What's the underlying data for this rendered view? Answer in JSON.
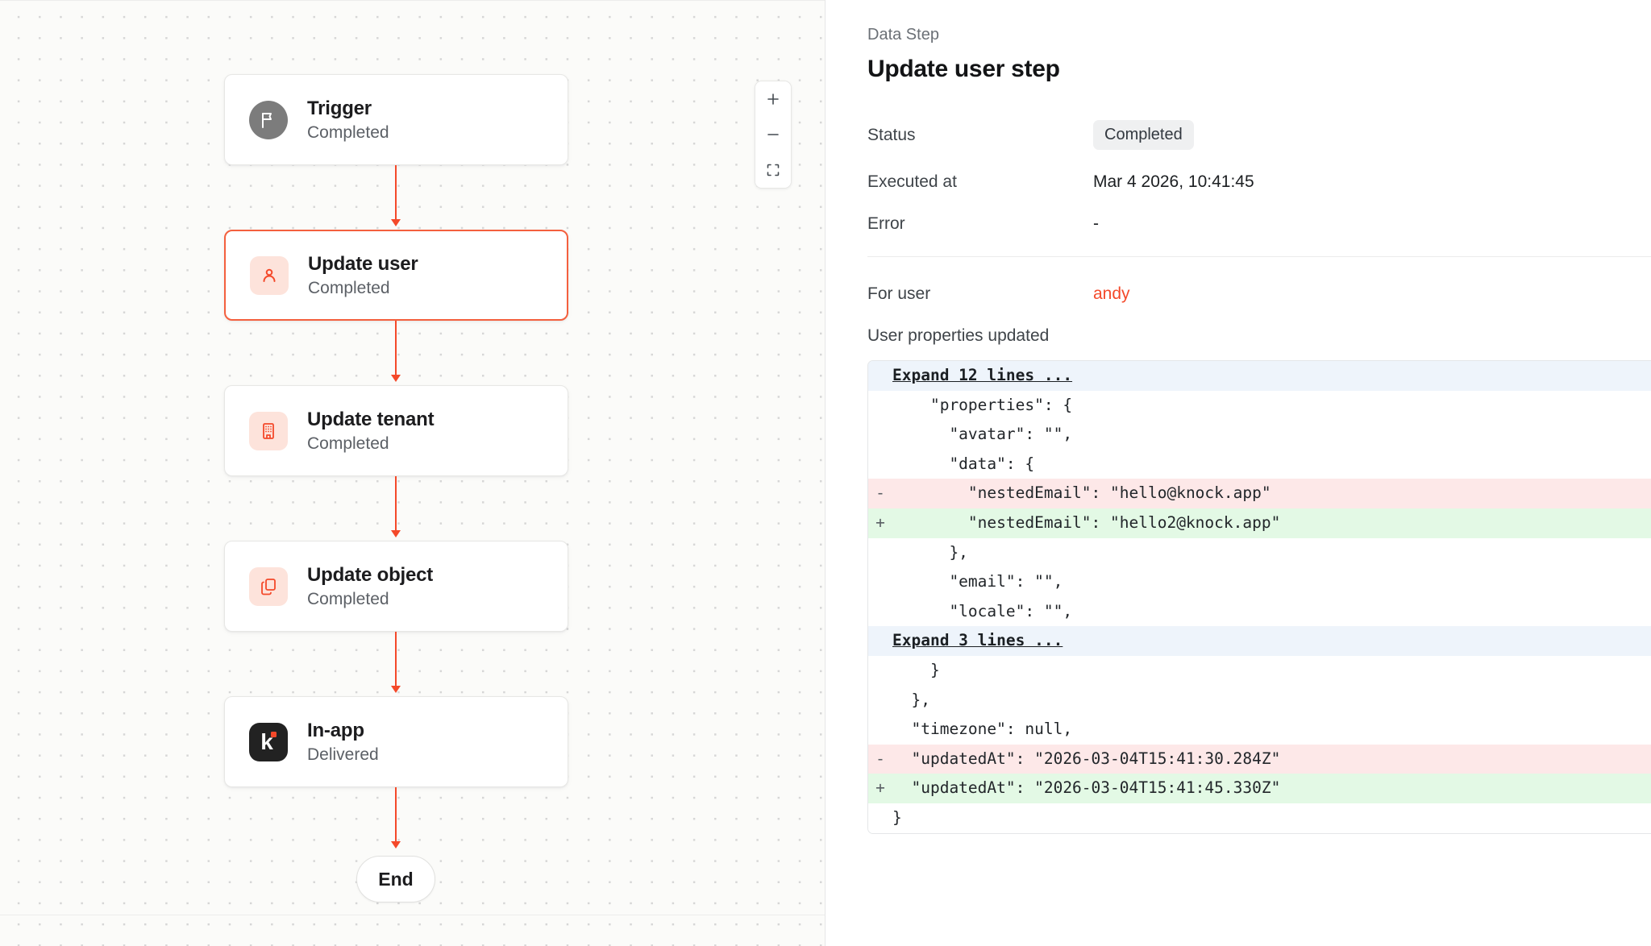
{
  "canvas": {
    "zoom_controls": [
      {
        "name": "zoom-in",
        "glyph": "+"
      },
      {
        "name": "zoom-out",
        "glyph": "−"
      },
      {
        "name": "fit-view",
        "glyph": "fit"
      }
    ],
    "nodes": [
      {
        "id": "trigger",
        "title": "Trigger",
        "status": "Completed",
        "icon": "flag-icon",
        "selected": false
      },
      {
        "id": "update-user",
        "title": "Update user",
        "status": "Completed",
        "icon": "user-icon",
        "selected": true
      },
      {
        "id": "update-tenant",
        "title": "Update tenant",
        "status": "Completed",
        "icon": "building-icon",
        "selected": false
      },
      {
        "id": "update-object",
        "title": "Update object",
        "status": "Completed",
        "icon": "copy-icon",
        "selected": false
      },
      {
        "id": "in-app",
        "title": "In-app",
        "status": "Delivered",
        "icon": "knock-logo-icon",
        "selected": false
      }
    ],
    "end_label": "End"
  },
  "panel": {
    "eyebrow": "Data Step",
    "title": "Update user step",
    "fields": [
      {
        "key": "Status",
        "value": "Completed",
        "type": "badge"
      },
      {
        "key": "Executed at",
        "value": "Mar 4 2026, 10:41:45",
        "type": "text"
      },
      {
        "key": "Error",
        "value": "-",
        "type": "text"
      }
    ],
    "for_user": {
      "key": "For user",
      "value": "andy"
    },
    "diff_label": "User properties updated",
    "diff": [
      {
        "marker": "",
        "text": "Expand 12 lines ...",
        "type": "expand"
      },
      {
        "marker": "",
        "text": "    \"properties\": {",
        "type": "ctx"
      },
      {
        "marker": "",
        "text": "      \"avatar\": \"\",",
        "type": "ctx"
      },
      {
        "marker": "",
        "text": "      \"data\": {",
        "type": "ctx"
      },
      {
        "marker": "-",
        "text": "        \"nestedEmail\": \"hello@knock.app\"",
        "type": "del"
      },
      {
        "marker": "+",
        "text": "        \"nestedEmail\": \"hello2@knock.app\"",
        "type": "add"
      },
      {
        "marker": "",
        "text": "      },",
        "type": "ctx"
      },
      {
        "marker": "",
        "text": "      \"email\": \"\",",
        "type": "ctx"
      },
      {
        "marker": "",
        "text": "      \"locale\": \"\",",
        "type": "ctx"
      },
      {
        "marker": "",
        "text": "Expand 3 lines ...",
        "type": "expand"
      },
      {
        "marker": "",
        "text": "    }",
        "type": "ctx"
      },
      {
        "marker": "",
        "text": "  },",
        "type": "ctx"
      },
      {
        "marker": "",
        "text": "  \"timezone\": null,",
        "type": "ctx"
      },
      {
        "marker": "-",
        "text": "  \"updatedAt\": \"2026-03-04T15:41:30.284Z\"",
        "type": "del"
      },
      {
        "marker": "+",
        "text": "  \"updatedAt\": \"2026-03-04T15:41:45.330Z\"",
        "type": "add"
      },
      {
        "marker": "",
        "text": "}",
        "type": "ctx"
      }
    ]
  },
  "colors": {
    "accent": "#f4492a",
    "selected_border": "#f4603e",
    "icon_bg_peach": "#fde3db",
    "diff_add": "#e3f9e5",
    "diff_del": "#fde8e8",
    "diff_expand": "#eef4fb"
  }
}
